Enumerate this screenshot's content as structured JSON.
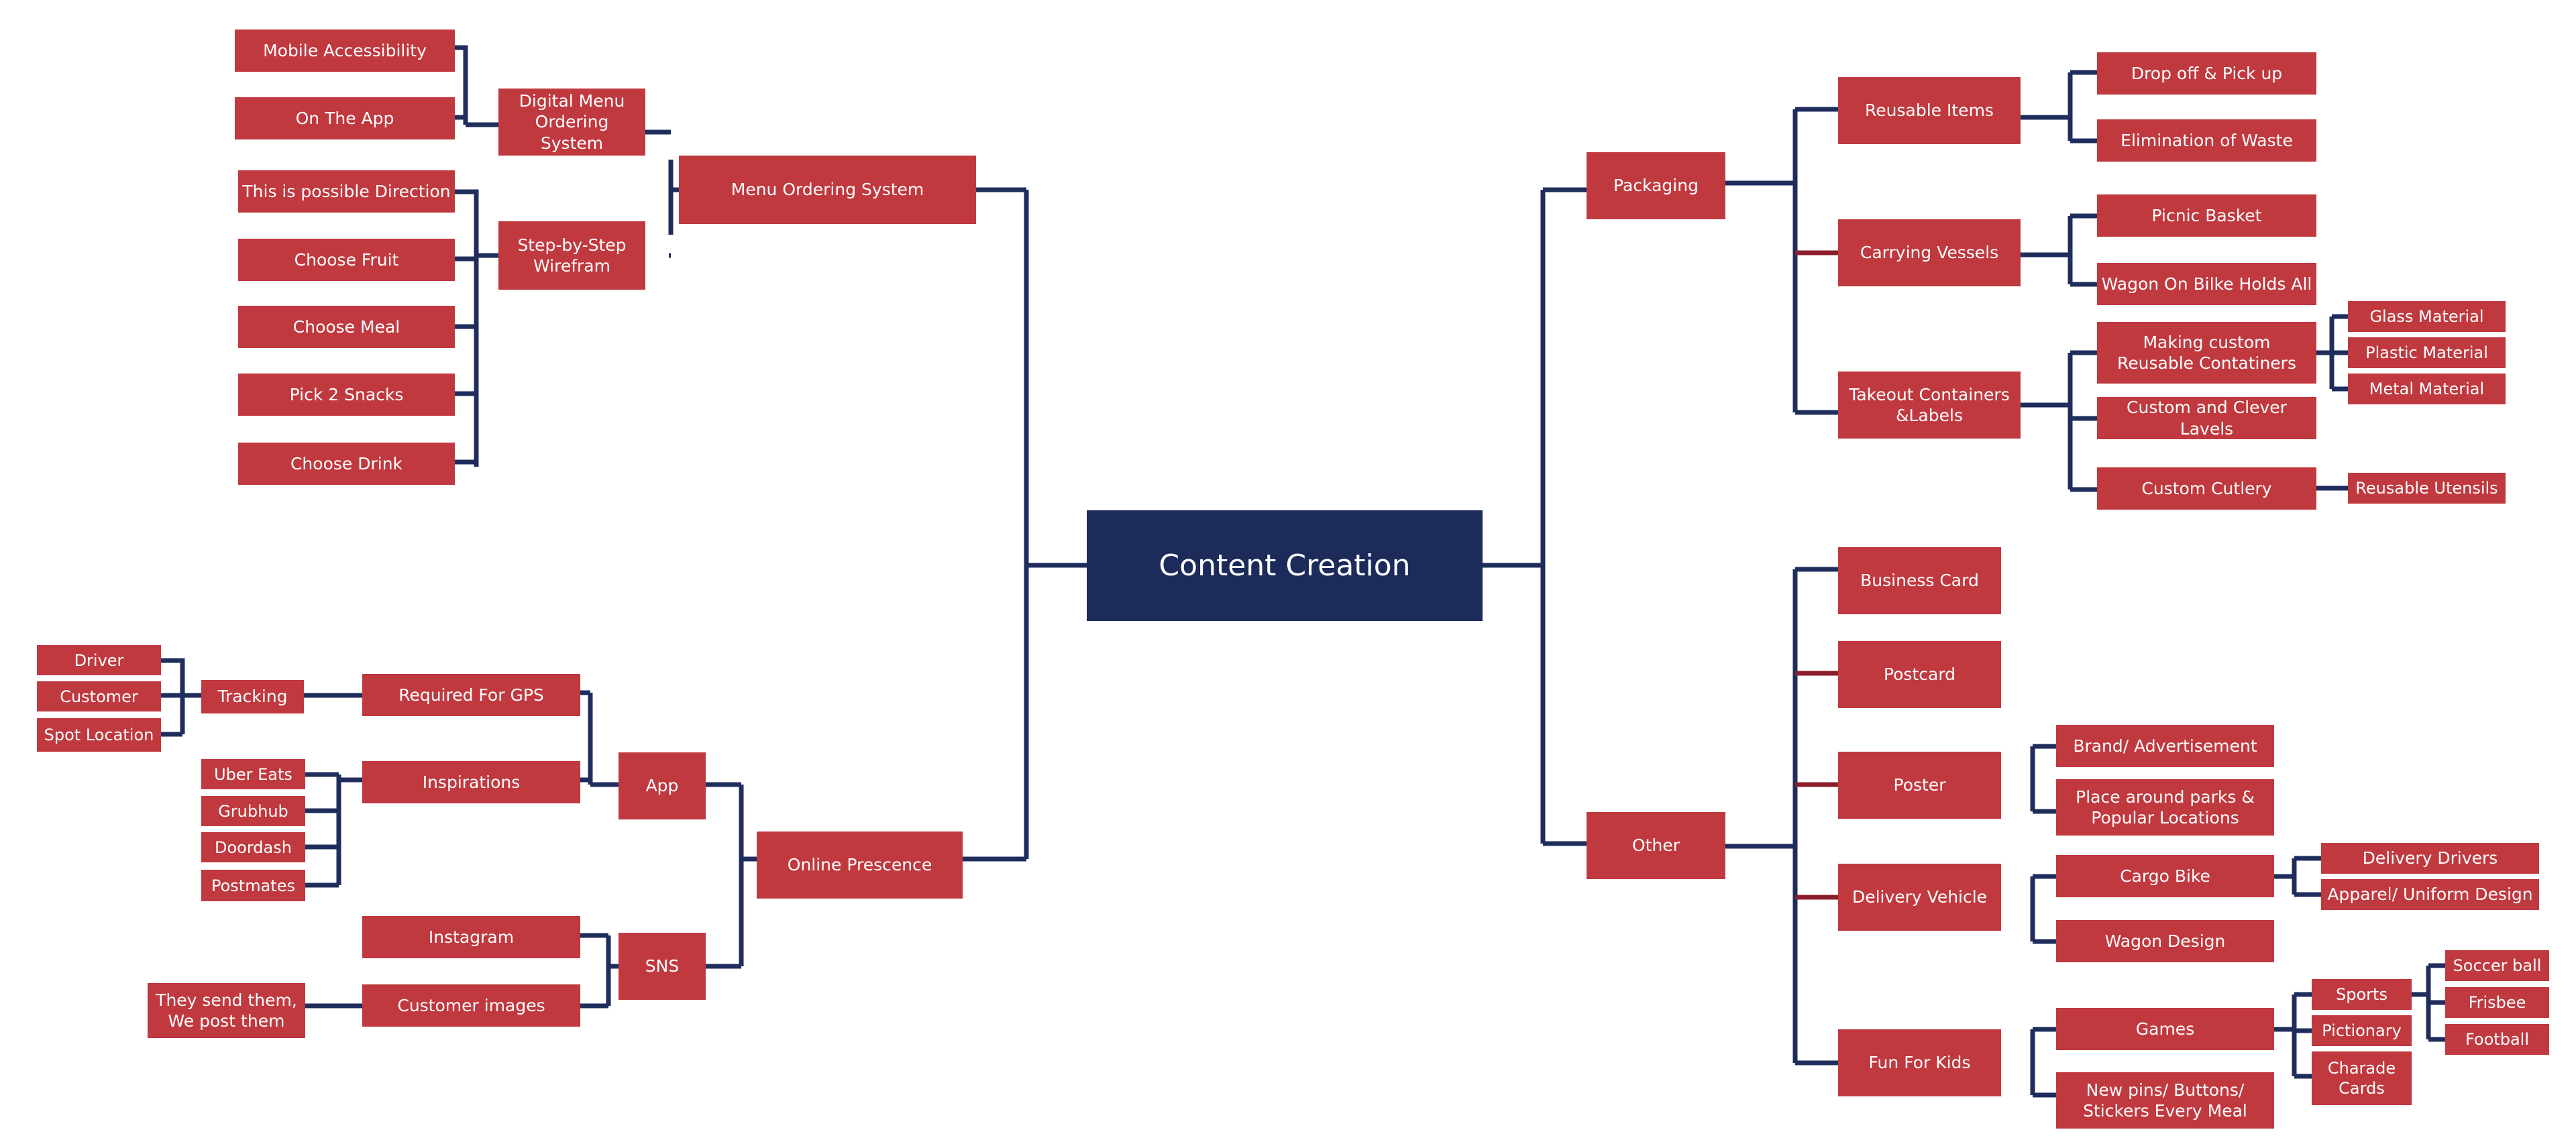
{
  "colors": {
    "node": "#c0393f",
    "root": "#1c2b5a",
    "line": "#1f2d5c",
    "line_accent": "#8b1e2a"
  },
  "root": "Content Creation",
  "left": {
    "menu_ordering_system": "Menu Ordering System",
    "digital_menu": "Digital Menu\nOrdering System",
    "step_by_step": "Step-by-Step\nWirefram",
    "mobile_accessibility": "Mobile Accessibility",
    "on_the_app": "On The App",
    "possible_direction": "This is possible Direction",
    "choose_fruit": "Choose Fruit",
    "choose_meal": "Choose Meal",
    "pick_snacks": "Pick 2 Snacks",
    "choose_drink": "Choose Drink",
    "online_presence": "Online Prescence",
    "app": "App",
    "sns": "SNS",
    "required_gps": "Required For GPS",
    "inspirations": "Inspirations",
    "tracking": "Tracking",
    "driver": "Driver",
    "customer": "Customer",
    "spot_location": "Spot Location",
    "uber_eats": "Uber Eats",
    "grubhub": "Grubhub",
    "doordash": "Doordash",
    "postmates": "Postmates",
    "instagram": "Instagram",
    "customer_images": "Customer images",
    "they_send": "They send them,\nWe post them"
  },
  "right": {
    "packaging": "Packaging",
    "reusable_items": "Reusable Items",
    "drop_off": "Drop off & Pick up",
    "elimination_waste": "Elimination of Waste",
    "carrying_vessels": "Carrying Vessels",
    "picnic_basket": "Picnic Basket",
    "wagon_bike": "Wagon On Bilke Holds All",
    "takeout": "Takeout Containers\n&Labels",
    "making_custom": "Making custom\nReusable Contatiners",
    "glass": "Glass Material",
    "plastic": "Plastic Material",
    "metal": "Metal Material",
    "custom_labels": "Custom and Clever Lavels",
    "custom_cutlery": "Custom Cutlery",
    "reusable_utensils": "Reusable Utensils",
    "other": "Other",
    "business_card": "Business Card",
    "postcard": "Postcard",
    "poster": "Poster",
    "brand_ad": "Brand/ Advertisement",
    "parks": "Place around parks &\nPopular Locations",
    "delivery_vehicle": "Delivery Vehicle",
    "cargo_bike": "Cargo Bike",
    "delivery_drivers": "Delivery Drivers",
    "apparel": "Apparel/ Uniform Design",
    "wagon_design": "Wagon Design",
    "fun_kids": "Fun For Kids",
    "games": "Games",
    "sports": "Sports",
    "pictionary": "Pictionary",
    "charade": "Charade\nCards",
    "soccer": "Soccer ball",
    "frisbee": "Frisbee",
    "football": "Football",
    "new_pins": "New pins/ Buttons/\nStickers Every Meal"
  }
}
